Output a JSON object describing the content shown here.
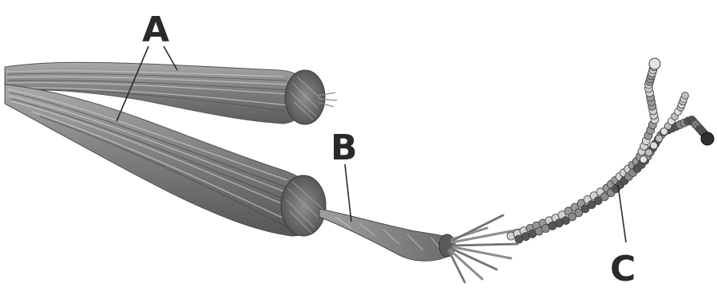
{
  "labels": {
    "a": "A",
    "b": "B",
    "c": "C"
  },
  "colors": {
    "fiber": "#8a8a8a",
    "fiber_dark": "#5e5e5e",
    "fiber_light": "#b8b8b8",
    "chain_light": "#d2d2d2",
    "chain_dark": "#555555",
    "leader_line": "#2a2a2a"
  }
}
